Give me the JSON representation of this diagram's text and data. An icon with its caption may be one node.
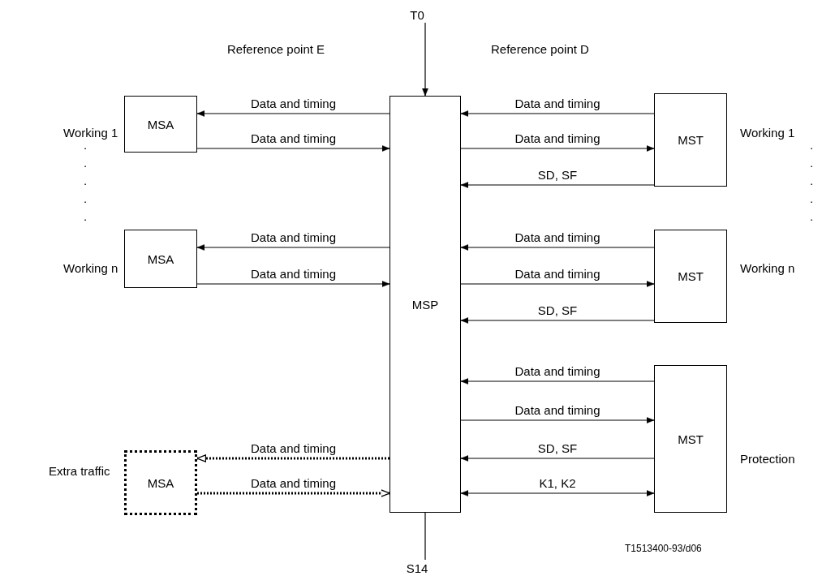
{
  "diagram": {
    "nodes": [
      {
        "text": [
          "MSA"
        ],
        "beside": [
          "Working 1"
        ]
      },
      {
        "text": [
          "MSA"
        ],
        "beside": [
          "Working n"
        ]
      },
      {
        "text": [
          "MSA"
        ],
        "beside": [
          "Extra traffic"
        ]
      },
      {
        "text": [
          "MSP"
        ]
      },
      {
        "text": [
          "MST"
        ],
        "beside": [
          "Working 1"
        ]
      },
      {
        "text": [
          "MST"
        ],
        "beside": [
          "Working n"
        ]
      },
      {
        "text": [
          "MST"
        ],
        "beside": [
          "Protection"
        ]
      },
      {
        "text": [
          "T0"
        ]
      },
      {
        "text": [
          "S14"
        ]
      }
    ],
    "edges": [
      {
        "from": 7,
        "to": 3,
        "arrow": "to"
      },
      {
        "from": 3,
        "to": 0,
        "arrow": "to",
        "label": "Data and timing"
      },
      {
        "from": 0,
        "to": 3,
        "arrow": "to",
        "label": "Data and timing"
      },
      {
        "from": 4,
        "to": 3,
        "arrow": "to",
        "label": "Data and timing"
      },
      {
        "from": 3,
        "to": 4,
        "arrow": "to",
        "label": "Data and timing"
      },
      {
        "from": 4,
        "to": 3,
        "arrow": "to",
        "label": "SD, SF"
      },
      {
        "from": 3,
        "to": 1,
        "arrow": "to",
        "label": "Data and timing"
      },
      {
        "from": 1,
        "to": 3,
        "arrow": "to",
        "label": "Data and timing"
      },
      {
        "from": 5,
        "to": 3,
        "arrow": "to",
        "label": "Data and timing"
      },
      {
        "from": 3,
        "to": 5,
        "arrow": "to",
        "label": "Data and timing"
      },
      {
        "from": 5,
        "to": 3,
        "arrow": "to",
        "label": "SD, SF"
      },
      {
        "from": 6,
        "to": 3,
        "arrow": "to",
        "label": "Data and timing"
      },
      {
        "from": 3,
        "to": 6,
        "arrow": "to",
        "label": "Data and timing"
      },
      {
        "from": 6,
        "to": 3,
        "arrow": "to",
        "label": "SD, SF"
      },
      {
        "from": 3,
        "to": 2,
        "arrow": "to",
        "label": "Data and timing",
        "style": "dashed"
      },
      {
        "from": 2,
        "to": 3,
        "arrow": "to",
        "label": "Data and timing",
        "style": "dashed"
      },
      {
        "from": 3,
        "to": 6,
        "arrow": "both",
        "label": "K1, K2"
      },
      {
        "from": 3,
        "to": 8,
        "arrow": "none"
      }
    ],
    "labels": [
      "Reference point E",
      "Reference point D",
      ".",
      ".",
      ".",
      ".",
      ".",
      ".",
      ".",
      ".",
      ".",
      ".",
      "T1513400-93/d06"
    ]
  }
}
